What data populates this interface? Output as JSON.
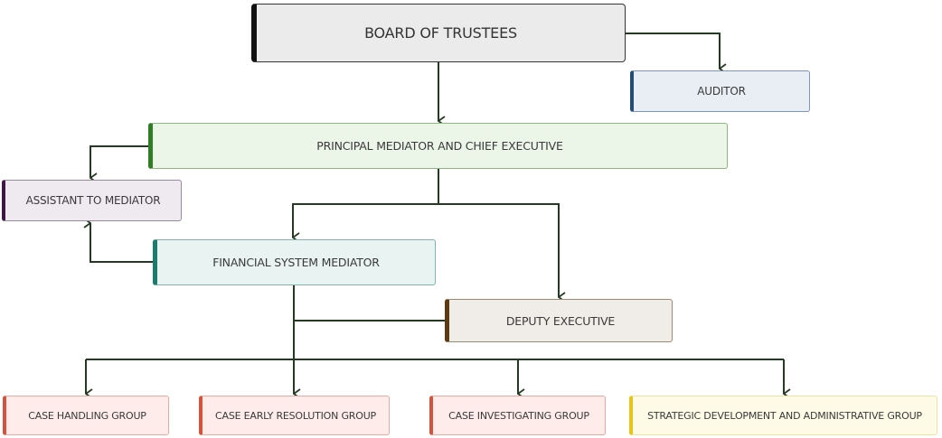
{
  "diagram": {
    "type": "org-chart",
    "line_color": "#253a22",
    "nodes": {
      "board": {
        "label": "BOARD OF TRUSTEES",
        "accent": "#111111"
      },
      "auditor": {
        "label": "AUDITOR",
        "accent": "#234d7a"
      },
      "principal": {
        "label": "PRINCIPAL MEDIATOR AND CHIEF EXECUTIVE",
        "accent": "#2f7d25"
      },
      "assistant": {
        "label": "ASSISTANT TO MEDIATOR",
        "accent": "#3d1844"
      },
      "financial": {
        "label": "FINANCIAL SYSTEM MEDIATOR",
        "accent": "#1a7d6c"
      },
      "deputy": {
        "label": "DEPUTY EXECUTIVE",
        "accent": "#5c3a14"
      },
      "case_handling": {
        "label": "CASE HANDLING GROUP",
        "accent": "#d4533c"
      },
      "case_early": {
        "label": "CASE EARLY RESOLUTION GROUP",
        "accent": "#d4533c"
      },
      "case_invest": {
        "label": "CASE INVESTIGATING GROUP",
        "accent": "#d4533c"
      },
      "strategic": {
        "label": "STRATEGIC DEVELOPMENT AND ADMINISTRATIVE GROUP",
        "accent": "#e8c31a"
      }
    },
    "edges": [
      {
        "from": "board",
        "to": "auditor"
      },
      {
        "from": "board",
        "to": "principal"
      },
      {
        "from": "principal",
        "to": "assistant"
      },
      {
        "from": "principal",
        "to": "financial"
      },
      {
        "from": "principal",
        "to": "deputy"
      },
      {
        "from": "financial",
        "to": "assistant"
      },
      {
        "from": "deputy",
        "to": "financial",
        "arrow": false
      },
      {
        "from": "financial",
        "to": "case_handling"
      },
      {
        "from": "financial",
        "to": "case_early"
      },
      {
        "from": "financial",
        "to": "case_invest"
      },
      {
        "from": "financial",
        "to": "strategic"
      }
    ]
  }
}
